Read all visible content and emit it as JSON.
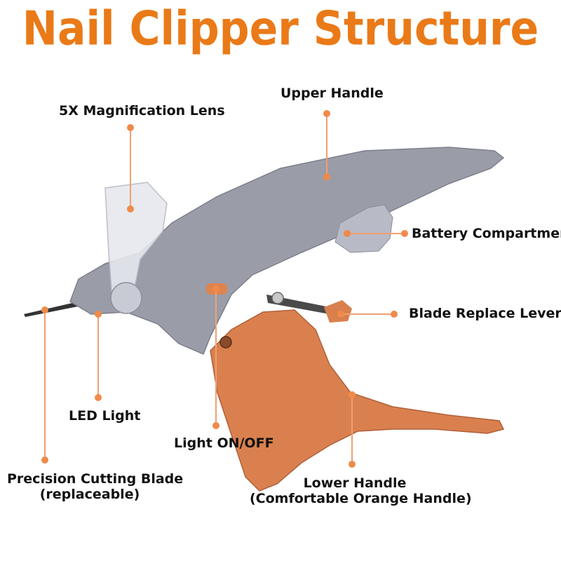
{
  "title": "Nail Clipper Structure",
  "colors": {
    "title": "#ea7a18",
    "marker": "#f08a4a",
    "leader": "#f0a070",
    "body_gray": "#9a9ca8",
    "handle_orange": "#d9804e"
  },
  "labels": {
    "magnification_lens": "5X Magnification Lens",
    "upper_handle": "Upper Handle",
    "battery_compartment": "Battery Compartment",
    "blade_replace_lever": "Blade Replace Lever",
    "led_light": "LED Light",
    "light_on_off": "Light ON/OFF",
    "cutting_blade_line1": "Precision Cutting Blade",
    "cutting_blade_line2": "(replaceable)",
    "lower_handle_line1": "Lower Handle",
    "lower_handle_line2": "(Comfortable Orange Handle)"
  }
}
